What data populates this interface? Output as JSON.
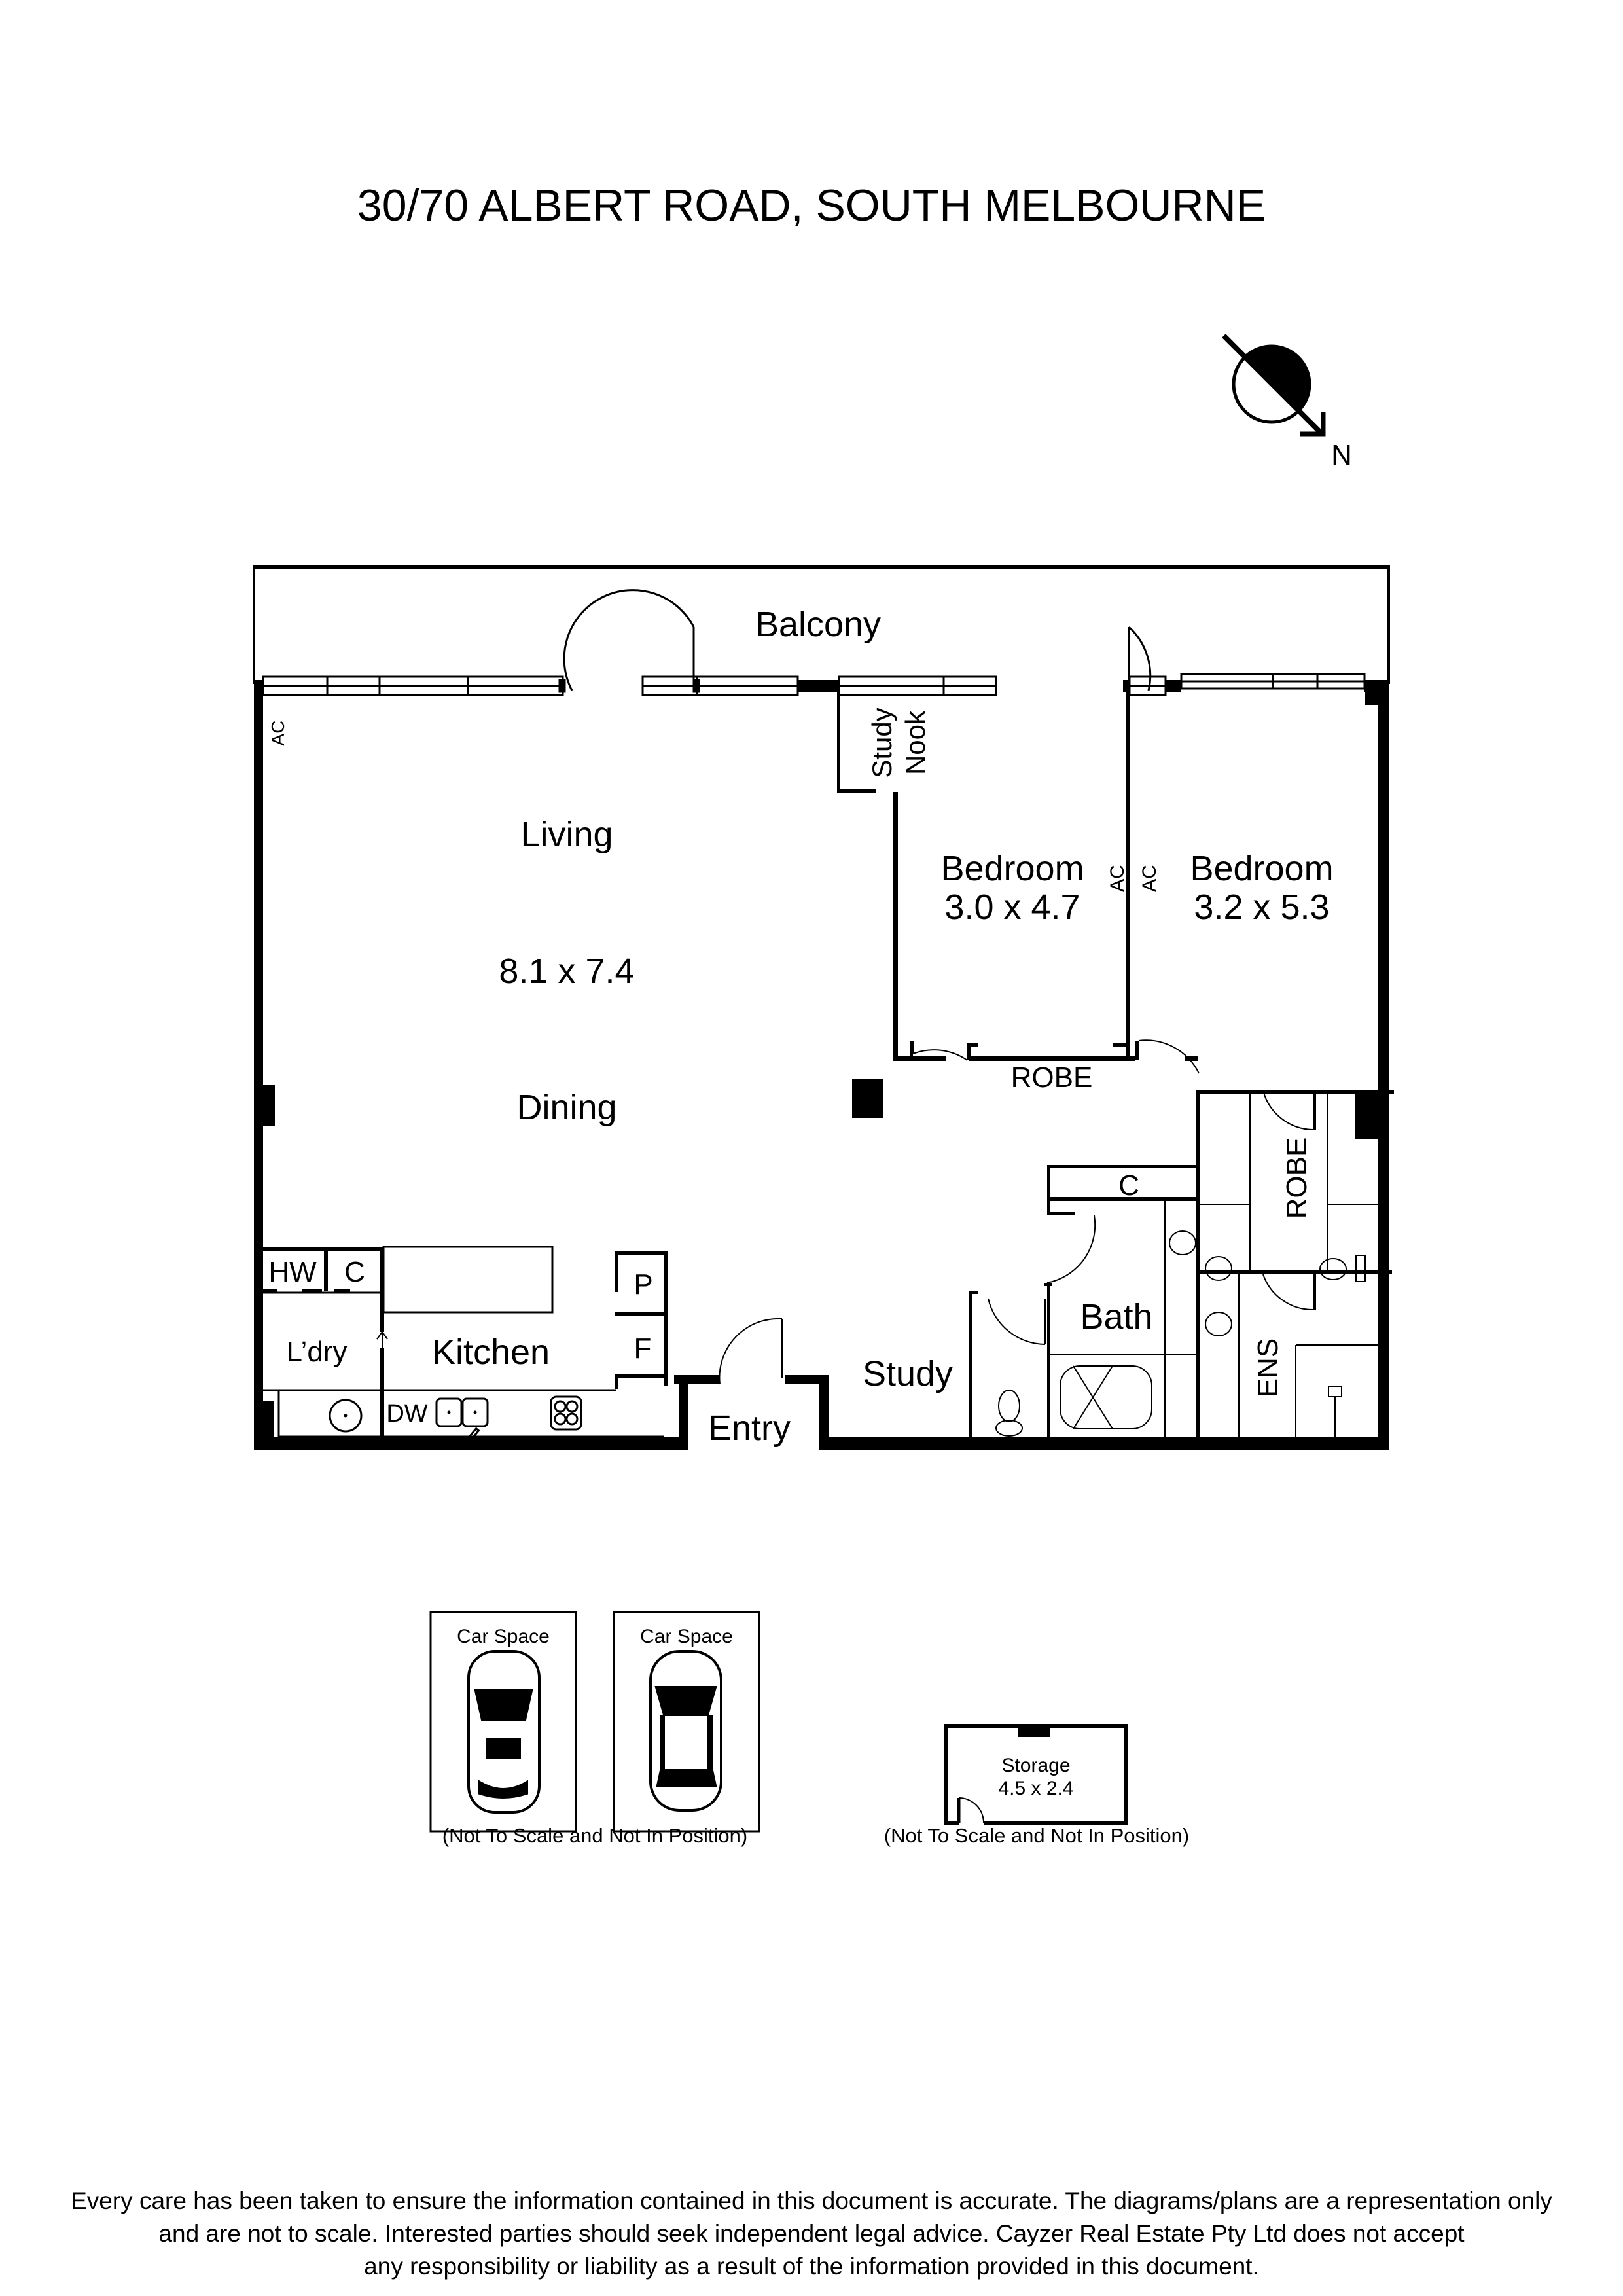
{
  "document": {
    "title": "30/70 ALBERT ROAD, SOUTH MELBOURNE",
    "compass": {
      "icon": "north-arrow-icon",
      "label": "N"
    }
  },
  "floorplan": {
    "rooms": {
      "balcony": "Balcony",
      "living": "Living",
      "living_dims": "8.1 x 7.4",
      "dining": "Dining",
      "study_nook_1": "Study",
      "study_nook_2": "Nook",
      "bedroom1": "Bedroom",
      "bedroom1_dims": "3.0 x 4.7",
      "bedroom2": "Bedroom",
      "bedroom2_dims": "3.2 x 5.3",
      "robe1": "ROBE",
      "robe2": "ROBE",
      "linen": "C",
      "hw": "HW",
      "cupboard": "C",
      "laundry": "L’dry",
      "kitchen": "Kitchen",
      "pantry": "P",
      "fridge": "F",
      "dishwasher": "DW",
      "entry": "Entry",
      "study": "Study",
      "bath": "Bath",
      "ensuite": "ENS",
      "ac1": "AC",
      "ac2": "AC",
      "ac3": "AC"
    }
  },
  "extras": {
    "car_space_1": "Car Space",
    "car_space_2": "Car Space",
    "car_note": "(Not To Scale and Not In Position)",
    "storage": "Storage",
    "storage_dims": "4.5 x 2.4",
    "storage_note": "(Not To Scale and Not In Position)"
  },
  "disclaimer": {
    "line1": "Every care has been taken to ensure the information contained in this document is accurate. The diagrams/plans are a representation only",
    "line2": "and are not to scale. Interested parties should seek independent legal advice. Cayzer Real Estate Pty Ltd does not accept",
    "line3": "any responsibility or liability as a result of the information provided in this document."
  }
}
